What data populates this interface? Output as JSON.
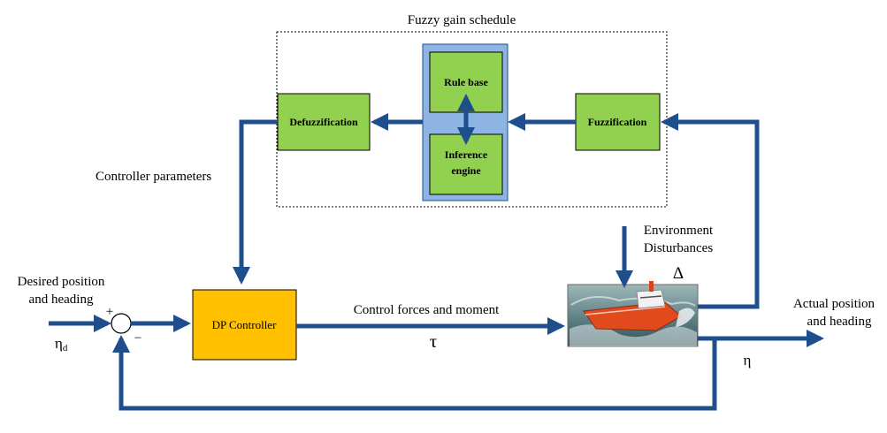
{
  "diagram": {
    "fuzzy_group": {
      "title": "Fuzzy gain schedule"
    },
    "blocks": {
      "defuzzification": "Defuzzification",
      "rule_base": "Rule base",
      "inference_engine_line1": "Inference",
      "inference_engine_line2": "engine",
      "fuzzification": "Fuzzification",
      "dp_controller": "DP Controller"
    },
    "labels": {
      "controller_parameters": "Controller parameters",
      "desired_line1": "Desired position",
      "desired_line2": "and heading",
      "plus_sign": "+",
      "minus_sign": "−",
      "eta_d": "η",
      "eta_d_subscript": "d",
      "control_forces": "Control forces and moment",
      "tau": "τ",
      "environment_line1": "Environment",
      "environment_line2": "Disturbances",
      "delta": "Δ",
      "actual_line1": "Actual position",
      "actual_line2": "and heading",
      "eta": "η"
    },
    "colors": {
      "line": "#1f4e8c",
      "green_block": "#92d050",
      "orange_block": "#ffc000",
      "blue_panel": "#8eb4e3",
      "sea": "#5f8a8f",
      "ship_hull": "#e04a1c"
    },
    "icons": {
      "ship": "vessel-image"
    }
  }
}
